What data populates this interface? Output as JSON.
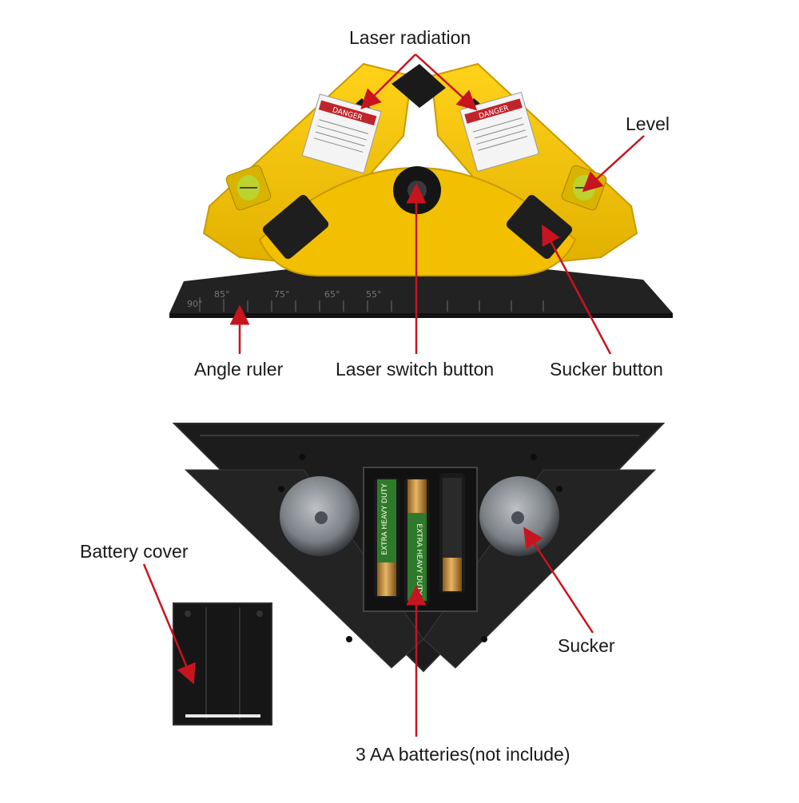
{
  "labels": {
    "laser_radiation": "Laser radiation",
    "level": "Level",
    "angle_ruler": "Angle ruler",
    "laser_switch_button": "Laser switch button",
    "sucker_button": "Sucker button",
    "battery_cover": "Battery cover",
    "sucker": "Sucker",
    "batteries": "3 AA batteries(not include)"
  },
  "device": {
    "warning_label": "DANGER",
    "ruler_ticks": [
      "90°",
      "85°",
      "75°",
      "65°",
      "55°"
    ],
    "battery_text": "EXTRA HEAVY DUTY"
  },
  "colors": {
    "body_yellow": "#f5c400",
    "body_shadow": "#d9a800",
    "plastic_black": "#1f1f1f",
    "arrow_red": "#c8141e",
    "warning_red": "#c0242b",
    "battery_gold": "#c9973a",
    "battery_green": "#2f7a2a",
    "bubble_green": "#b9d634"
  }
}
